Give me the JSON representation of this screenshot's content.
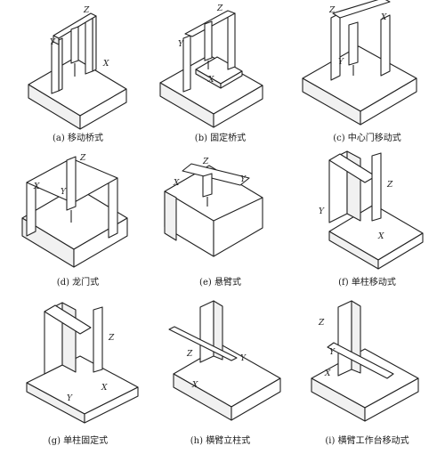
{
  "panels": [
    {
      "id": "a",
      "caption": "(a) 移动桥式",
      "axes": {
        "x": "X",
        "y": "Y",
        "z": "Z"
      }
    },
    {
      "id": "b",
      "caption": "(b) 固定桥式",
      "axes": {
        "x": "X",
        "y": "Y",
        "z": "Z"
      }
    },
    {
      "id": "c",
      "caption": "(c) 中心门移动式",
      "axes": {
        "x": "X",
        "y": "Y",
        "z": "Z"
      }
    },
    {
      "id": "d",
      "caption": "(d) 龙门式",
      "axes": {
        "x": "X",
        "y": "Y",
        "z": "Z"
      }
    },
    {
      "id": "e",
      "caption": "(e) 悬臂式",
      "axes": {
        "x": "X",
        "y": "Y",
        "z": "Z"
      }
    },
    {
      "id": "f",
      "caption": "(f) 单柱移动式",
      "axes": {
        "x": "X",
        "y": "Y",
        "z": "Z"
      }
    },
    {
      "id": "g",
      "caption": "(g) 单柱固定式",
      "axes": {
        "x": "X",
        "y": "Y",
        "z": "Z"
      }
    },
    {
      "id": "h",
      "caption": "(h) 横臂立柱式",
      "axes": {
        "x": "X",
        "y": "Y",
        "z": "Z"
      }
    },
    {
      "id": "i",
      "caption": "(i) 横臂工作台移动式",
      "axes": {
        "x": "X",
        "y": "Y",
        "z": "Z"
      }
    }
  ]
}
